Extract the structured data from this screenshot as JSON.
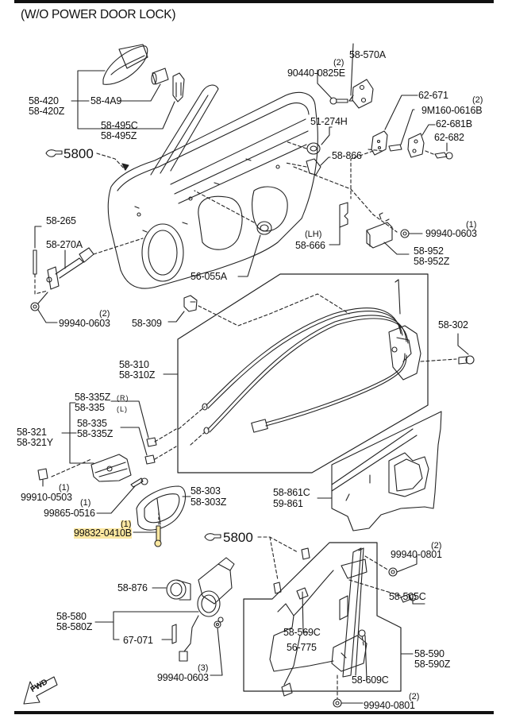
{
  "title": "(W/O POWER DOOR LOCK)",
  "fwd_label": "FWD",
  "highlight_color": "#fbe7a0",
  "ref_5800_top": "5800",
  "ref_5800_bottom": "5800",
  "labels": {
    "p58_420": "58-420",
    "p58_420z": "58-420Z",
    "p58_4a9": "58-4A9",
    "p58_495c": "58-495C",
    "p58_495z": "58-495Z",
    "p90440_0825e": "90440-0825E",
    "p90440_0825e_qty": "(2)",
    "p58_570a": "58-570A",
    "p62_671": "62-671",
    "p9m160_0616b": "9M160-0616B",
    "p9m160_0616b_qty": "(2)",
    "p62_681b": "62-681B",
    "p62_682": "62-682",
    "p51_274h": "51-274H",
    "p58_866": "58-866",
    "p58_265": "58-265",
    "p58_270a": "58-270A",
    "p99940_0603_a": "99940-0603",
    "p99940_0603_a_qty": "(2)",
    "p56_055a": "56-055A",
    "p58_666": "58-666",
    "p58_666_note": "(LH)",
    "p99940_0603_b": "99940-0603",
    "p99940_0603_b_qty": "(1)",
    "p58_952": "58-952",
    "p58_952z": "58-952Z",
    "p58_309": "58-309",
    "p58_302": "58-302",
    "p58_310": "58-310",
    "p58_310z": "58-310Z",
    "p58_335z_r": "58-335Z",
    "p58_335z_r_note": "(R)",
    "p58_335_l": "58-335",
    "p58_335_l_note": "(L)",
    "p58_335": "58-335",
    "p58_335z": "58-335Z",
    "p58_321": "58-321",
    "p58_321y": "58-321Y",
    "p99910_0503": "99910-0503",
    "p99910_0503_qty": "(1)",
    "p99865_0516": "99865-0516",
    "p99865_0516_qty": "(1)",
    "p58_303": "58-303",
    "p58_303z": "58-303Z",
    "p99832_0410b": "99832-0410B",
    "p99832_0410b_qty": "(1)",
    "p58_861c": "58-861C",
    "p59_861": "59-861",
    "p58_876": "58-876",
    "p58_580": "58-580",
    "p58_580z": "58-580Z",
    "p67_071": "67-071",
    "p99940_0603_c": "99940-0603",
    "p99940_0603_c_qty": "(3)",
    "p99940_0801_a": "99940-0801",
    "p99940_0801_a_qty": "(2)",
    "p58_505c": "58-505C",
    "p58_569c": "58-569C",
    "p56_775": "56-775",
    "p58_590": "58-590",
    "p58_590z": "58-590Z",
    "p58_609c": "58-609C",
    "p99940_0801_b": "99940-0801",
    "p99940_0801_b_qty": "(2)"
  }
}
